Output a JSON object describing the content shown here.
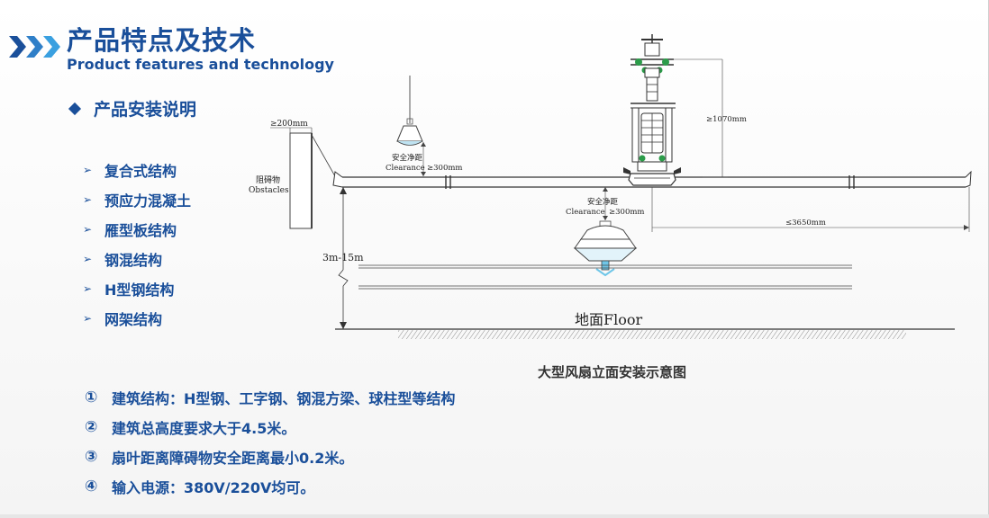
{
  "header": {
    "title_cn": "产品特点及技术",
    "title_en": "Product features and technology"
  },
  "section": {
    "title": "产品安装说明"
  },
  "structures": [
    {
      "label": "复合式结构"
    },
    {
      "label": "预应力混凝土"
    },
    {
      "label": "雁型板结构"
    },
    {
      "label": "钢混结构"
    },
    {
      "label": "H型钢结构"
    },
    {
      "label": "网架结构"
    }
  ],
  "diagram": {
    "caption": "大型风扇立面安装示意图",
    "obstacle_width": "≥200mm",
    "obstacle_label_cn": "阻碍物",
    "obstacle_label_en": "Obstacles",
    "clearance_cn": "安全净距",
    "clearance_en": "Clearance",
    "clearance_value": "≥300mm",
    "mount_height": "≥1070mm",
    "blade_radius": "≤3650mm",
    "install_height": "3m-15m",
    "floor_label": "地面Floor"
  },
  "requirements": [
    {
      "num": "①",
      "text": "建筑结构：H型钢、工字钢、钢混方梁、球柱型等结构"
    },
    {
      "num": "②",
      "text": "建筑总高度要求大于4.5米。"
    },
    {
      "num": "③",
      "text": "扇叶距离障碍物安全距离最小0.2米。"
    },
    {
      "num": "④",
      "text": "输入电源：380V/220V均可。"
    }
  ],
  "colors": {
    "brand_blue": "#1a4f9a",
    "chevron_light": "#3aa0e0",
    "fan_green": "#2c9c4a"
  }
}
